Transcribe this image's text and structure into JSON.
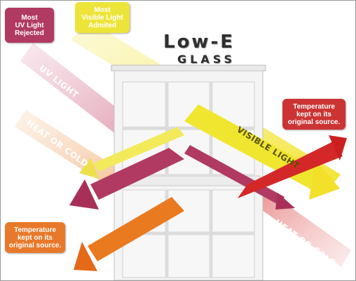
{
  "title": {
    "line1": "Low-E",
    "line2": "GLASS"
  },
  "labels": {
    "uv_rejected": [
      "Most",
      "UV Light",
      "Rejected"
    ],
    "visible_admitted": [
      "Most",
      "Visible Light",
      "Admited"
    ],
    "temp_right": [
      "Temperature",
      "kept on its",
      "original source."
    ],
    "temp_left": [
      "Temperature",
      "kept on its",
      "original source."
    ]
  },
  "bands": {
    "uv_light": "UV LIGHT",
    "heat_or_cold_left": "HEAT OR COLD",
    "visible_light": "VISIBLE LIGHT",
    "heat_or_cold_right": "HEAT OR COLD"
  },
  "colors": {
    "uv": "#b03a62",
    "uv_light": "#e8a5b9",
    "visible": "#f0e630",
    "visible_light": "#f7f2a0",
    "heat_left": "#ea7a20",
    "heat_left_light": "#f4c79a",
    "heat_right": "#d42828",
    "heat_right_light": "#eea0a0",
    "box_uv": "#b03a62",
    "box_visible": "#ede43a",
    "box_temp_right": "#cc3333",
    "box_temp_left": "#e8792a"
  }
}
